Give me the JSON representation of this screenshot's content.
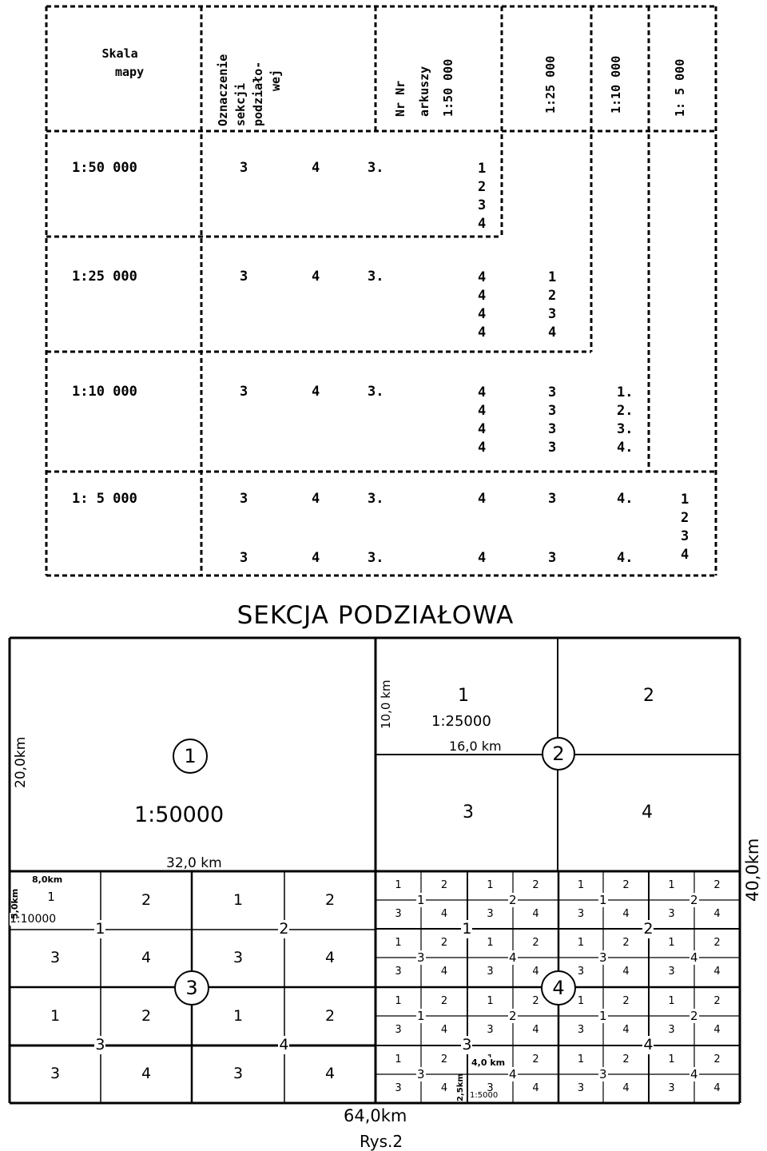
{
  "table": {
    "headers": {
      "scale": [
        "Skala",
        "mapy"
      ],
      "section": [
        "Oznaczenie",
        "sekcji",
        "podziało-",
        "wej"
      ],
      "sheet_no": [
        "Nr Nr",
        "arkuszy",
        "1:50 000"
      ],
      "col_25k": "1:25 000",
      "col_10k": "1:10 000",
      "col_5k": "1: 5 000"
    },
    "rows": [
      {
        "scale": "1:50 000",
        "code": [
          [
            "3",
            "4",
            "3."
          ]
        ],
        "c50": [
          "1",
          "2",
          "3",
          "4"
        ],
        "c25": [],
        "c10": [],
        "c5": []
      },
      {
        "scale": "1:25 000",
        "code": [
          [
            "3",
            "4",
            "3."
          ]
        ],
        "c50": [
          "4",
          "4",
          "4",
          "4"
        ],
        "c25": [
          "1",
          "2",
          "3",
          "4"
        ],
        "c10": [],
        "c5": []
      },
      {
        "scale": "1:10 000",
        "code": [
          [
            "3",
            "4",
            "3."
          ]
        ],
        "c50": [
          "4",
          "4",
          "4",
          "4"
        ],
        "c25": [
          "3",
          "3",
          "3",
          "3"
        ],
        "c10": [
          "1.",
          "2.",
          "3.",
          "4."
        ],
        "c5": []
      },
      {
        "scale": "1: 5 000",
        "code": [
          [
            "3",
            "4",
            "3."
          ],
          [
            "3",
            "4",
            "3."
          ]
        ],
        "c50": [
          "4",
          "4"
        ],
        "c25": [
          "3",
          "3"
        ],
        "c10": [
          "4.",
          "4."
        ],
        "c5": [
          "1",
          "2",
          "3",
          "4"
        ]
      }
    ]
  },
  "title": "SEKCJA PODZIAŁOWA",
  "diagram": {
    "q1": {
      "circle": "1",
      "scale": "1:50000",
      "width_label": "32,0 km",
      "height_label": "20,0km"
    },
    "q2": {
      "circle": "2",
      "cells": [
        "1",
        "2",
        "3",
        "4"
      ],
      "scale": "1:25000",
      "width_label": "16,0 km",
      "height_label": "10,0 km"
    },
    "q3": {
      "circle": "3",
      "cells": [
        "1",
        "2",
        "1",
        "2",
        "3",
        "4",
        "3",
        "4",
        "1",
        "2",
        "1",
        "2",
        "3",
        "4",
        "3",
        "4"
      ],
      "mids": [
        "1",
        "2",
        "3",
        "4"
      ],
      "scale": "1:10000",
      "width_label": "8,0km",
      "height_label": "5,0km"
    },
    "q4": {
      "circle": "4",
      "cells": [
        "1",
        "2",
        "1",
        "2",
        "1",
        "2",
        "1",
        "2",
        "3",
        "4",
        "3",
        "4",
        "3",
        "4",
        "3",
        "4",
        "1",
        "2",
        "1",
        "2",
        "1",
        "2",
        "1",
        "2",
        "3",
        "4",
        "3",
        "4",
        "3",
        "4",
        "3",
        "4",
        "1",
        "2",
        "1",
        "2",
        "1",
        "2",
        "1",
        "2",
        "3",
        "4",
        "3",
        "4",
        "3",
        "4",
        "3",
        "4",
        "1",
        "2",
        "1",
        "2",
        "1",
        "2",
        "1",
        "2",
        "3",
        "4",
        "3",
        "4",
        "3",
        "4",
        "3",
        "4"
      ],
      "mids": [
        "1",
        "2",
        "1",
        "2",
        "3",
        "4",
        "3",
        "4",
        "1",
        "2",
        "1",
        "2",
        "3",
        "4",
        "3",
        "4"
      ],
      "bigmids": [
        "1",
        "2",
        "3",
        "4"
      ],
      "scale": "1:5000",
      "width_label": "4,0 km",
      "height_label": "2,5km"
    },
    "total_width": "64,0km",
    "total_height": "40,0km"
  },
  "caption": "Rys.2"
}
